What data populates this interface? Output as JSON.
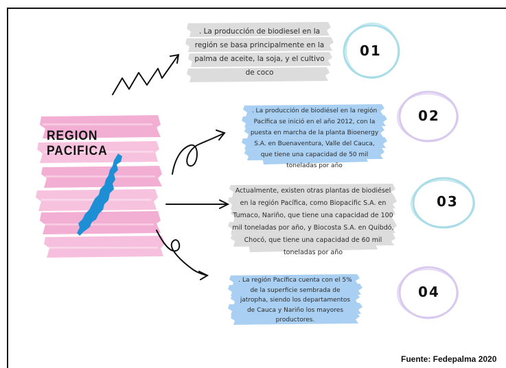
{
  "region_title": "REGION PACIFICA",
  "items": [
    {
      "number": "01",
      "text": ". La producción de biodiesel en la región se basa principalmente en la palma de aceite, la soja, y el cultivo de coco",
      "highlight": "#dcdcdc",
      "ring": "#a8dde8"
    },
    {
      "number": "02",
      "text": ". La producción de biodiésel en la región Pacífica se inició en el año 2012, con la puesta en marcha de la planta Bioenergy S.A. en Buenaventura, Valle del Cauca, que tiene una capacidad de 50 mil toneladas por año",
      "highlight": "#a9d0f3",
      "ring": "#d9c9ee"
    },
    {
      "number": "03",
      "text": "Actualmente, existen otras plantas de biodiésel en la región Pacífica, como Biopacific S.A. en Tumaco, Nariño, que tiene una capacidad de 100 mil toneladas por año, y Biocosta S.A. en Quibdó, Chocó, que tiene una capacidad de 60 mil toneladas por año",
      "highlight": "#dcdcdc",
      "ring": "#a8dde8"
    },
    {
      "number": "04",
      "text": ". La región Pacífica cuenta con el 5% de la superficie sembrada de jatropha, siendo los departamentos de Cauca y Nariño los mayores productores.",
      "highlight": "#a9d0f3",
      "ring": "#d9c9ee"
    }
  ],
  "source": "Fuente: Fedepalma 2020",
  "colors": {
    "pink": "#f2a6cf",
    "pink_light": "#f7c4de",
    "map_blue": "#1e8fd4"
  },
  "icons": [
    "zigzag-arrow-icon",
    "loop-arrow-icon",
    "straight-arrow-icon",
    "curl-arrow-icon"
  ]
}
